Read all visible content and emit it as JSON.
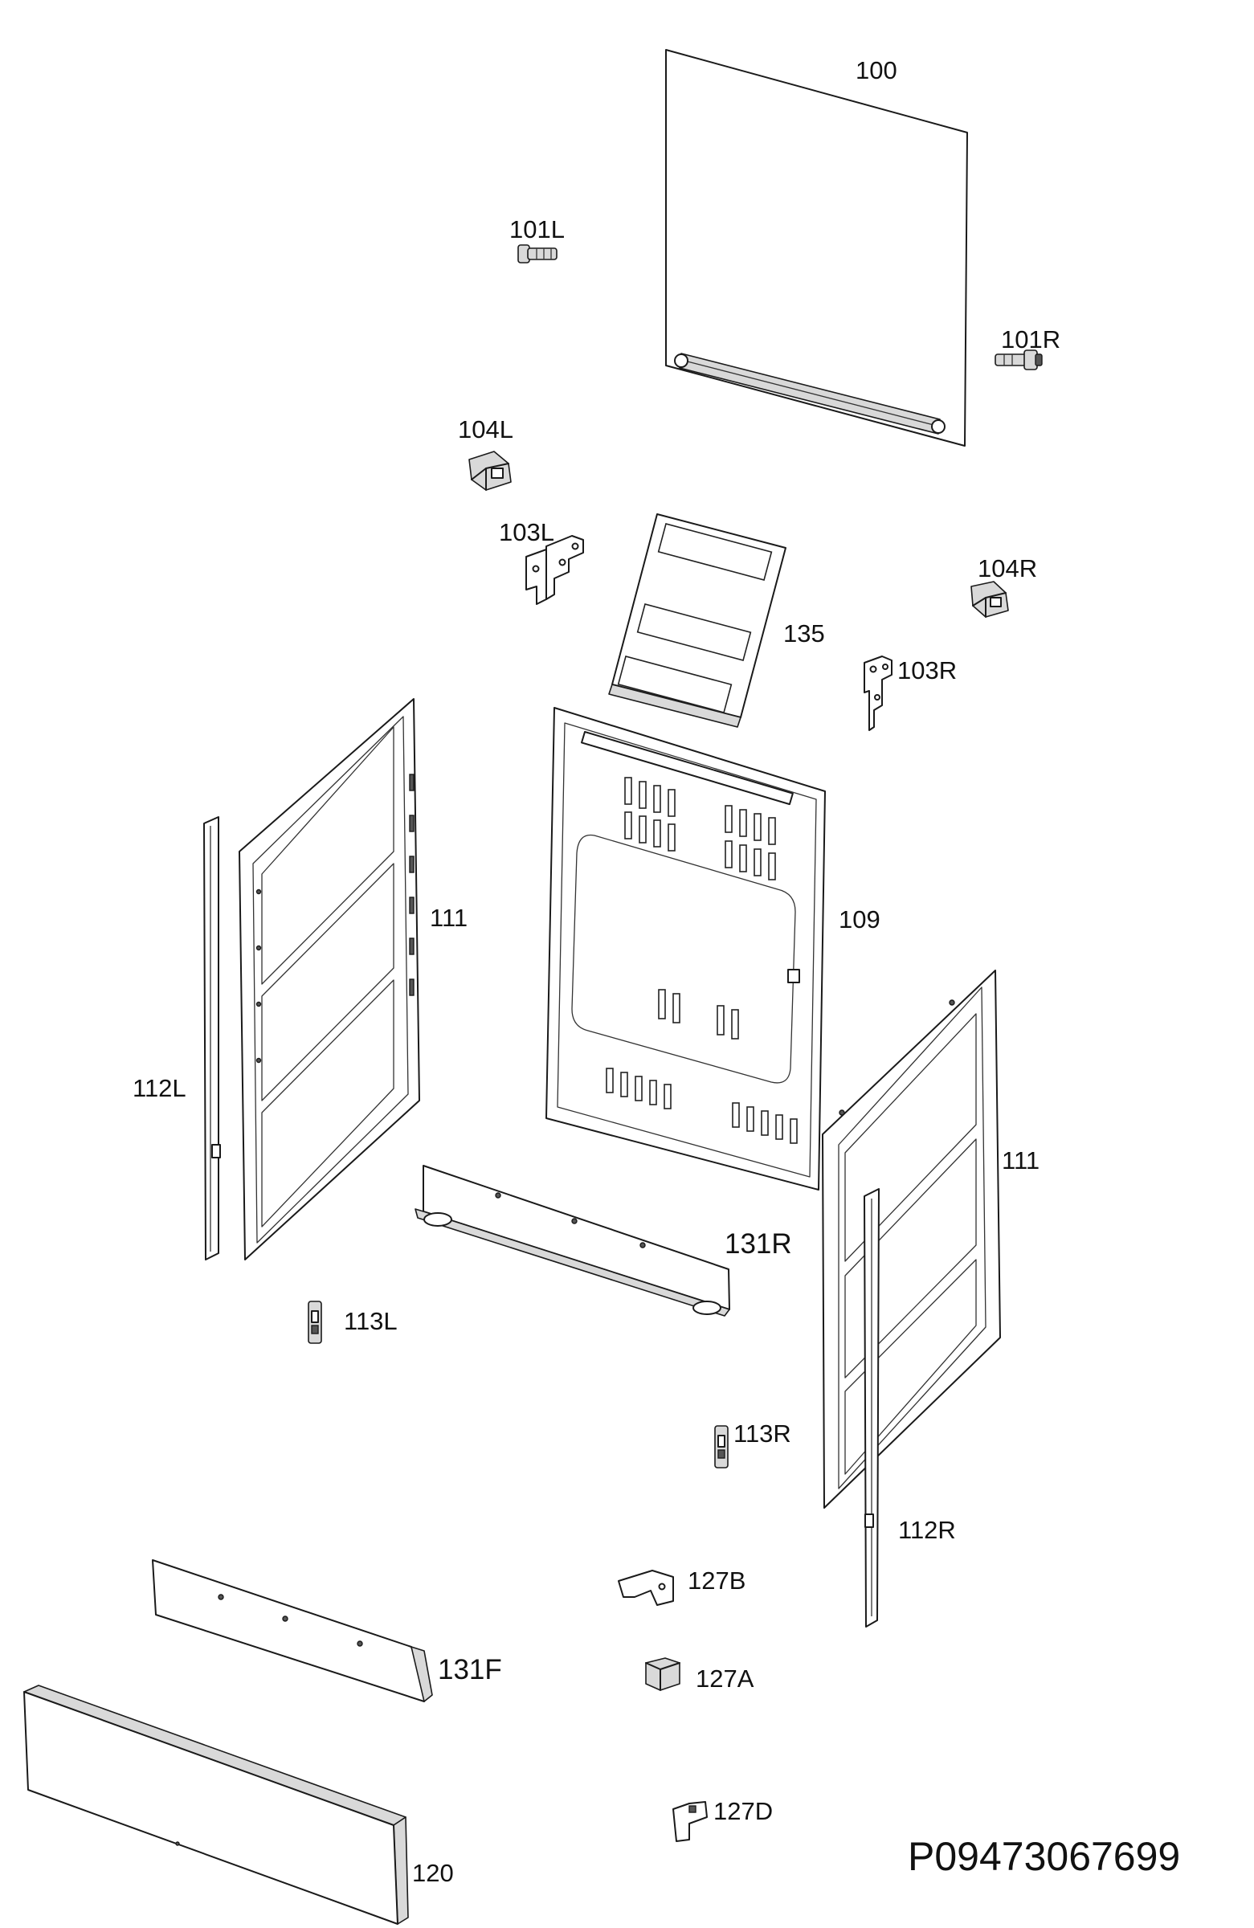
{
  "document_code": "P09473067699",
  "parts": {
    "p100": "100",
    "p101L": "101L",
    "p101R": "101R",
    "p103L": "103L",
    "p103R": "103R",
    "p104L": "104L",
    "p104R": "104R",
    "p109": "109",
    "p111_left": "111",
    "p111_right": "111",
    "p112L": "112L",
    "p112R": "112R",
    "p113L": "113L",
    "p113R": "113R",
    "p120": "120",
    "p127A": "127A",
    "p127B": "127B",
    "p127D": "127D",
    "p131F": "131F",
    "p131R": "131R",
    "p135": "135"
  }
}
